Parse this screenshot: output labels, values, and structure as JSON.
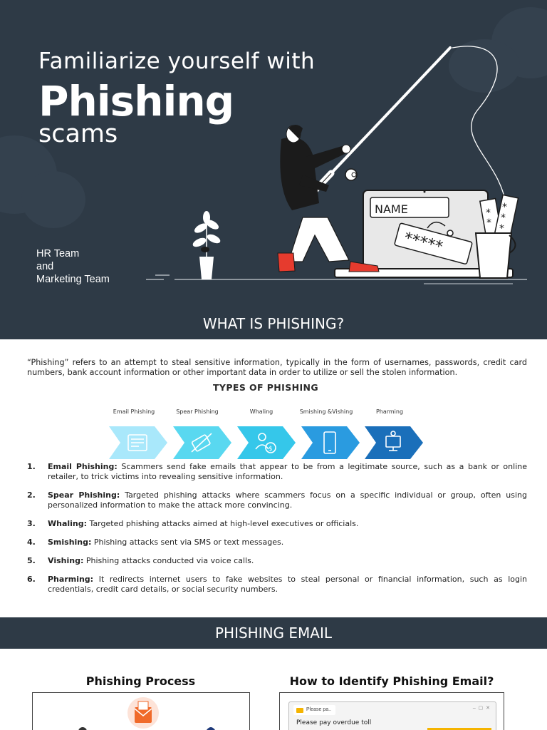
{
  "hero": {
    "title_line1": "Familiarize yourself with",
    "title_line2": "Phishing",
    "title_line3": "scams",
    "team": [
      "HR Team",
      "and",
      "Marketing Team"
    ],
    "illustration": {
      "name_field": "NAME",
      "password_field": "*****",
      "paper_text": "*\n*\n*"
    }
  },
  "section1": {
    "title": "WHAT IS PHISHING?"
  },
  "intro": "“Phishing” refers to an attempt to steal sensitive information, typically in the form of usernames, passwords, credit card numbers, bank account information or other important data in order to utilize or sell the stolen information.",
  "types": {
    "title": "TYPES OF PHISHING",
    "items": [
      {
        "label": "Email Phishing",
        "color": "#a9e8fb",
        "icon": "email-icon"
      },
      {
        "label": "Spear Phishing",
        "color": "#59d8f0",
        "icon": "spear-icon"
      },
      {
        "label": "Whaling",
        "color": "#35c7ea",
        "icon": "executive-icon"
      },
      {
        "label": "Smishing &Vishing",
        "color": "#2a9be0",
        "icon": "phone-icon"
      },
      {
        "label": "Pharming",
        "color": "#1a6fba",
        "icon": "computer-icon"
      }
    ]
  },
  "list": [
    {
      "num": "1.",
      "term": "Email Phishing:",
      "text": " Scammers send fake emails that appear to be from a legitimate source, such as a bank or online retailer, to trick victims into revealing sensitive information."
    },
    {
      "num": "2.",
      "term": "Spear Phishing:",
      "text": " Targeted phishing attacks where scammers focus on a specific individual or group, often using personalized information to make the attack more convincing."
    },
    {
      "num": "3.",
      "term": "Whaling:",
      "text": " Targeted phishing attacks aimed at high-level executives or officials."
    },
    {
      "num": "4.",
      "term": "Smishing:",
      "text": " Phishing attacks sent via SMS or text messages."
    },
    {
      "num": "5.",
      "term": "Vishing:",
      "text": " Phishing attacks conducted via voice calls."
    },
    {
      "num": "6.",
      "term": "Pharming:",
      "text": " It redirects internet users to fake websites to steal personal or financial information, such as login credentials, credit card details, or social security numbers."
    }
  ],
  "section2": {
    "title": "PHISHING EMAIL"
  },
  "left_panel": {
    "title": "Phishing Process"
  },
  "right_panel": {
    "title": "How to Identify Phishing Email?",
    "tab_label": "Please pa..",
    "email_subject": "Please pay overdue toll"
  },
  "colors": {
    "dark": "#2e3a46",
    "accent_red": "#e63b2e"
  }
}
